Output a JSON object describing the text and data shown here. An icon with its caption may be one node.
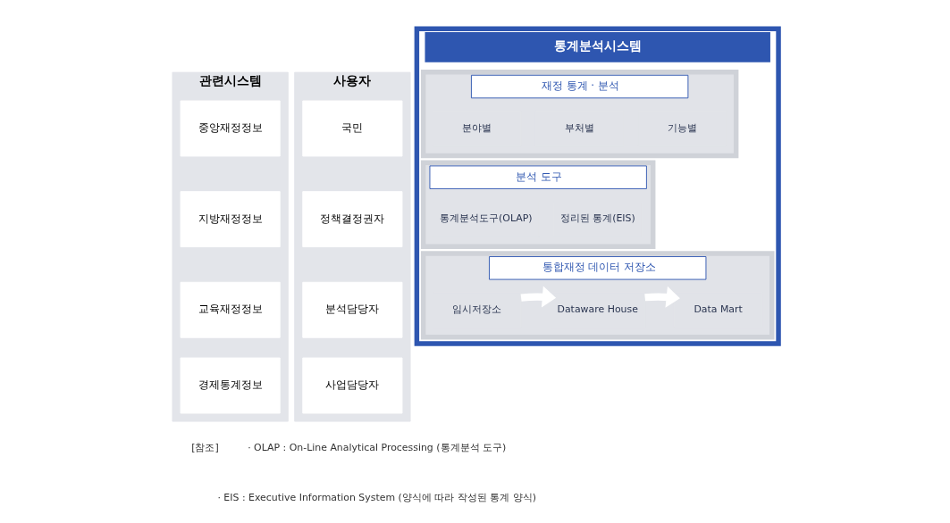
{
  "diagram": {
    "nodes": [
      {
        "text": [
          "관련시스템"
        ]
      },
      {
        "text": [
          "중앙재정정보"
        ],
        "in": 0
      },
      {
        "text": [
          "지방재정정보"
        ],
        "in": 0
      },
      {
        "text": [
          "교육재정정보"
        ],
        "in": 0
      },
      {
        "text": [
          "경제통계정보"
        ],
        "in": 0
      },
      {
        "text": [
          "통계분석시스템"
        ]
      },
      {
        "text": [
          "재정 통계 · 분석"
        ],
        "in": 5
      },
      {
        "text": [
          "분야별"
        ],
        "in": 6
      },
      {
        "text": [
          "부처별"
        ],
        "in": 6
      },
      {
        "text": [
          "기능별"
        ],
        "in": 6
      },
      {
        "text": [
          "분석 도구"
        ],
        "in": 5
      },
      {
        "text": [
          "통계분석도구(OLAP)"
        ],
        "in": 10
      },
      {
        "text": [
          "정리된 통계(EIS)"
        ],
        "in": 10
      },
      {
        "text": [
          "통합재정 데이터 저장소"
        ],
        "in": 5
      },
      {
        "text": [
          "임시저장소"
        ],
        "in": 13
      },
      {
        "text": [
          "Dataware House"
        ],
        "in": 13
      },
      {
        "text": [
          "Data Mart"
        ],
        "in": 13
      },
      {
        "text": [
          "사용자"
        ]
      },
      {
        "text": [
          "국민"
        ],
        "in": 17
      },
      {
        "text": [
          "정책결정권자"
        ],
        "in": 17
      },
      {
        "text": [
          "분석담당자"
        ],
        "in": 17
      },
      {
        "text": [
          "사업담당자"
        ],
        "in": 17
      }
    ],
    "edges": [
      {
        "from": 14,
        "to": 15,
        "arrow": "to"
      },
      {
        "from": 15,
        "to": 16,
        "arrow": "to"
      }
    ],
    "labels": [
      "[참조]",
      "· OLAP : On-Line Analytical Processing (통계분석 도구)",
      "· EIS : Executive Information System (양식에 따라 작성된 통계 양식)"
    ]
  }
}
